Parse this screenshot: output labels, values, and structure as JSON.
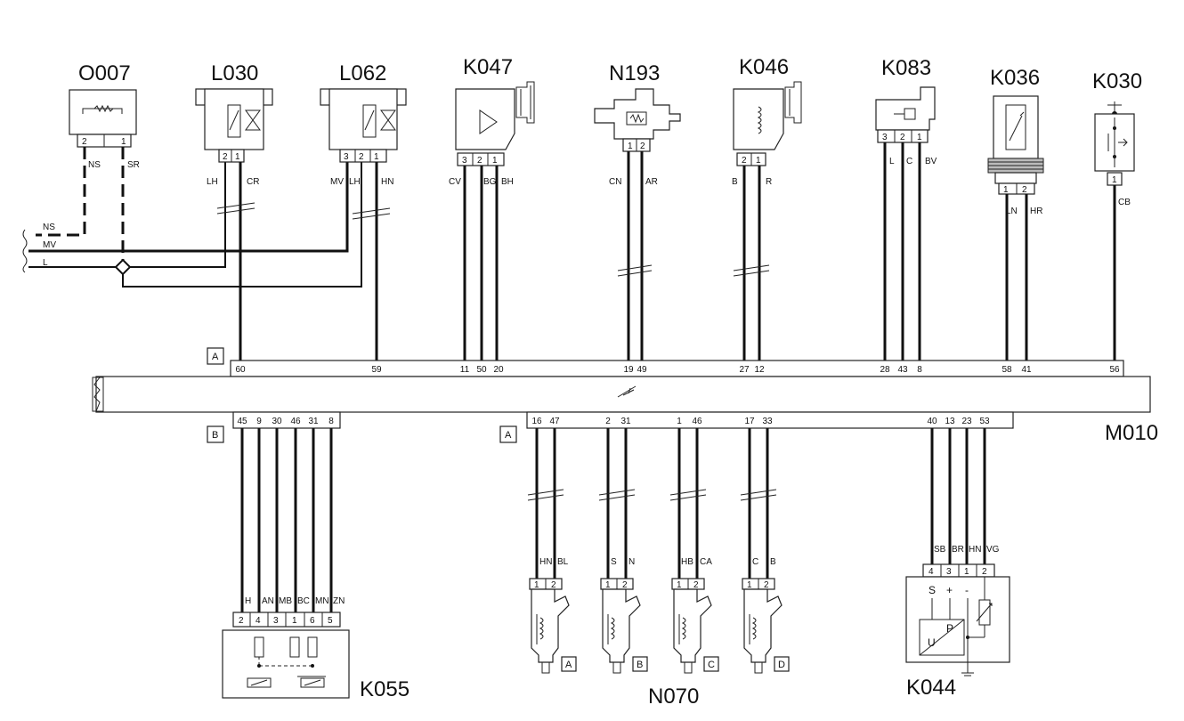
{
  "components": {
    "o007": "O007",
    "l030": "L030",
    "l062": "L062",
    "k047": "K047",
    "n193": "N193",
    "k046": "K046",
    "k083": "K083",
    "k036": "K036",
    "k030": "K030",
    "m010": "M010",
    "k055": "K055",
    "n070": "N070",
    "k044": "K044"
  },
  "harness_left": [
    "NS",
    "MV",
    "L"
  ],
  "connector_letters": {
    "a": "A",
    "b": "B"
  },
  "top_pins": [
    "60",
    "59",
    "11",
    "50",
    "20",
    "19",
    "49",
    "27",
    "12",
    "28",
    "43",
    "8",
    "58",
    "41",
    "56"
  ],
  "bottom_pins_b": [
    "45",
    "9",
    "30",
    "46",
    "31",
    "8"
  ],
  "bottom_pins_a": [
    "16",
    "47",
    "2",
    "31",
    "1",
    "46",
    "17",
    "33",
    "40",
    "13",
    "23",
    "53"
  ],
  "wire_codes": {
    "o007": [
      "NS",
      "SR"
    ],
    "l030": [
      "LH",
      "CR"
    ],
    "l062": [
      "MV",
      "LH",
      "HN"
    ],
    "k047": [
      "CV",
      "BG",
      "BH"
    ],
    "n193": [
      "CN",
      "AR"
    ],
    "k046": [
      "B",
      "R"
    ],
    "k083": [
      "L",
      "C",
      "BV"
    ],
    "k036": [
      "LN",
      "HR"
    ],
    "k030": [
      "CB"
    ],
    "k055": [
      "H",
      "AN",
      "MB",
      "BC",
      "MN",
      "ZN"
    ],
    "injectors": [
      "HN",
      "BL",
      "S",
      "N",
      "HB",
      "CA",
      "C",
      "B"
    ],
    "k044": [
      "SB",
      "BR",
      "HN",
      "VG"
    ]
  },
  "pin_numbers": {
    "o007": [
      "2",
      "1"
    ],
    "l030": [
      "2",
      "1"
    ],
    "l062": [
      "3",
      "2",
      "1"
    ],
    "k047": [
      "3",
      "2",
      "1"
    ],
    "n193": [
      "1",
      "2"
    ],
    "k046": [
      "2",
      "1"
    ],
    "k083": [
      "3",
      "2",
      "1"
    ],
    "k036": [
      "1",
      "2"
    ],
    "k030": [
      "1"
    ],
    "k055": [
      "2",
      "4",
      "3",
      "1",
      "6",
      "5"
    ],
    "injector": [
      "1",
      "2"
    ],
    "k044": [
      "4",
      "3",
      "1",
      "2"
    ]
  },
  "injector_letters": [
    "A",
    "B",
    "C",
    "D"
  ],
  "k044_symbols": [
    "S",
    "+",
    "-",
    "U",
    "P"
  ]
}
